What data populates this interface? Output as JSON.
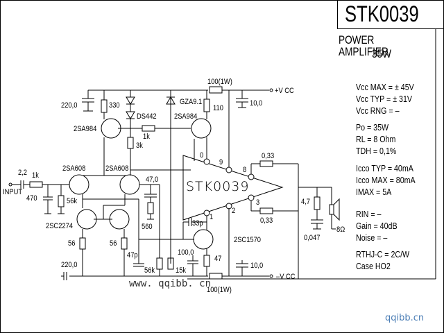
{
  "title": {
    "part_number": "STK0039",
    "description": "POWER AMPLIFIER",
    "power": "35W"
  },
  "specs": [
    "Vcc MAX = ± 45V",
    "Vcc TYP = ± 31V",
    "Vcc RNG = –",
    "Po = 35W",
    "RL = 8 Ohm",
    "TDH = 0,1%",
    "Icco TYP = 40mA",
    "Icco MAX = 80mA",
    "IMAX = 5A",
    "RIN = –",
    "Gain = 40dB",
    "Noise = –",
    "RTHJ-C = 2C/W",
    "Case HO2"
  ],
  "chip": {
    "label": "STK0039",
    "pins": [
      "0",
      "9",
      "8",
      "3",
      "2",
      "1"
    ]
  },
  "components": {
    "input_label": "INPUT",
    "c_in": "2,2",
    "r_in": "1k",
    "c_470": "470",
    "r_56k_in": "56k",
    "q_2sa608_left": "2SA608",
    "q_2sa608_right": "2SA608",
    "q_2sc2274": "2SC2274",
    "r_56_left": "56",
    "r_56_right": "56",
    "c_220_bottom": "220,0",
    "c_47_0": "47,0",
    "r_560": "560",
    "c_47p": "47p",
    "r_56k_fb": "56k",
    "r_15k": "15k",
    "c_220_top": "220,0",
    "r_330": "330",
    "d_ds442": "DS442",
    "q_2sa984_left": "2SA984",
    "r_1k_bias": "1k",
    "r_3k": "3k",
    "z_gza91": "GZA9.1",
    "q_2sa984_right": "2SA984",
    "r_110": "110",
    "r_100_top": "100(1W)",
    "c_10_top": "10,0",
    "vcc_pos": "+V CC",
    "r_033_top": "0,33",
    "r_033_bot": "0,33",
    "r_4_7": "4,7",
    "c_0_047": "0,047",
    "speaker": "8Ω",
    "c_33p": "33p",
    "q_2sc1570": "2SC1570",
    "c_100_0": "100,0",
    "r_47": "47",
    "c_10_bot": "10,0",
    "vcc_neg": "–V CC",
    "r_100_bot": "100(1W)"
  },
  "watermark": "www. qqibb. cn",
  "site": "qqibb.cn"
}
